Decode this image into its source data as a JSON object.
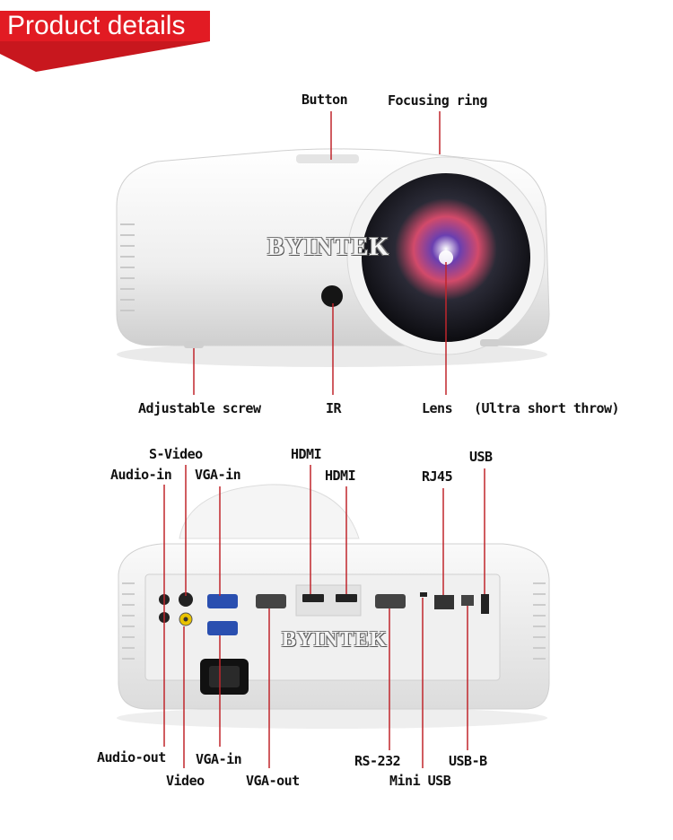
{
  "header": {
    "title": "Product details"
  },
  "front_view": {
    "brand": "BYINTEK",
    "labels": {
      "button": "Button",
      "focusing_ring": "Focusing ring",
      "adjustable_screw": "Adjustable screw",
      "ir": "IR",
      "lens": "Lens",
      "lens_note": "(Ultra short throw)"
    }
  },
  "back_view": {
    "brand": "BYINTEK",
    "labels": {
      "s_video": "S-Video",
      "audio_in": "Audio-in",
      "vga_in_top": "VGA-in",
      "hdmi_1": "HDMI",
      "hdmi_2": "HDMI",
      "rj45": "RJ45",
      "usb": "USB",
      "audio_out": "Audio-out",
      "vga_in_bottom": "VGA-in",
      "video": "Video",
      "vga_out": "VGA-out",
      "rs232": "RS-232",
      "mini_usb": "Mini USB",
      "usb_b": "USB-B"
    }
  },
  "colors": {
    "accent": "#e21b23",
    "pointer_line": "#c0262c"
  }
}
